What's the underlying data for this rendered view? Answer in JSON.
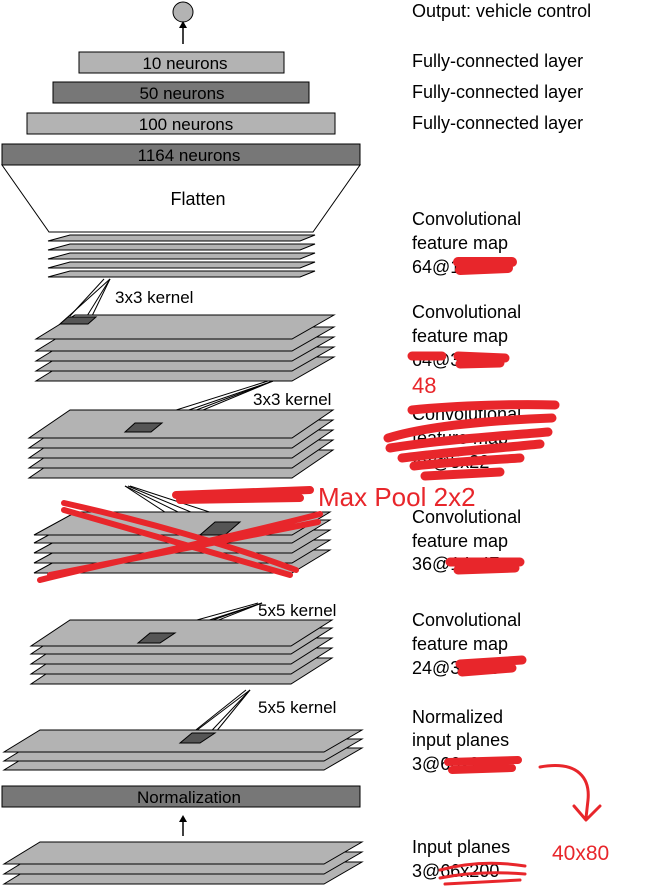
{
  "diagram": {
    "output_label": "Output: vehicle control",
    "fc_layers": [
      {
        "neurons": "10 neurons",
        "type": "Fully-connected layer"
      },
      {
        "neurons": "50 neurons",
        "type": "Fully-connected layer"
      },
      {
        "neurons": "100 neurons",
        "type": "Fully-connected layer"
      }
    ],
    "flat_neurons": "1164 neurons",
    "flatten_label": "Flatten",
    "conv_maps": [
      {
        "line1": "Convolutional",
        "line2": "feature map",
        "line3": "64@1x18"
      },
      {
        "line1": "Convolutional",
        "line2": "feature map",
        "line3": "64@3x20"
      },
      {
        "line1": "Convolutional",
        "line2": "feature map",
        "line3": "48@5x22"
      },
      {
        "line1": "Convolutional",
        "line2": "feature map",
        "line3": "36@14x47"
      },
      {
        "line1": "Convolutional",
        "line2": "feature map",
        "line3": "24@31x98"
      }
    ],
    "kernels": [
      "3x3 kernel",
      "3x3 kernel",
      "5x5 kernel",
      "5x5 kernel"
    ],
    "struck_kernel": "5x5 kernel",
    "normalized": {
      "line1": "Normalized",
      "line2": "input planes",
      "line3": "3@66x200"
    },
    "normalization_label": "Normalization",
    "input": {
      "line1": "Input planes",
      "line2": "3@66x200"
    }
  },
  "annotations": {
    "depth_48": "48",
    "max_pool": "Max Pool 2x2",
    "input_size": "40x80"
  },
  "colors": {
    "annotation_red": "#e8262b",
    "dark_box": "#777777",
    "light_box": "#b3b3b3"
  }
}
